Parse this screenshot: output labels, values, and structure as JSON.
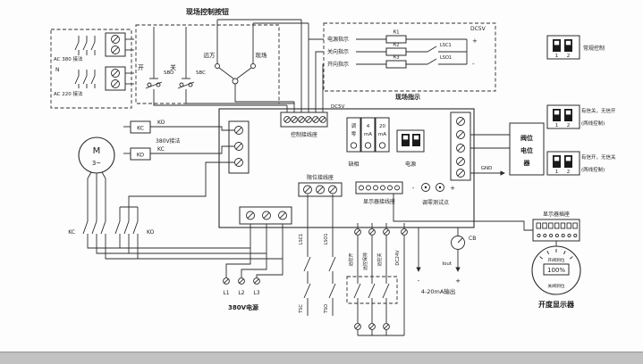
{
  "ac_box": {
    "ac380": "AC 380 接法",
    "n": "N",
    "ac220": "AC 220 接法"
  },
  "field_control": {
    "title": "现场控制按钮",
    "open": "开",
    "close": "关",
    "sbo": "SBO",
    "sbc": "SBC",
    "remote": "远方",
    "local": "现场"
  },
  "indicator": {
    "caption": "现场指示",
    "dc5v": "DC5V",
    "plus": "+",
    "minus": "-",
    "rows": [
      {
        "label": "电源指示",
        "r": "R1"
      },
      {
        "label": "关向指示",
        "r": "R2",
        "sw": "LSC1"
      },
      {
        "label": "开向指示",
        "r": "R3",
        "sw": "LSO1"
      }
    ]
  },
  "dip_modules": [
    {
      "label1": "常规控制",
      "n1": "1",
      "n2": "2"
    },
    {
      "label1": "有信关，无信开",
      "label2": "(两线控制)",
      "n1": "1",
      "n2": "2"
    },
    {
      "label1": "有信开，无信关",
      "label2": "(两线控制)",
      "n1": "1",
      "n2": "2"
    }
  ],
  "relay": {
    "kc_coil": "KC",
    "ko_tag": "KO",
    "wiring_380": "380V接法",
    "ko_coil": "KO",
    "kc_tag": "KC",
    "kc_contact": "KC",
    "ko_contact": "KO"
  },
  "motor": {
    "letter": "M",
    "phase": "3~"
  },
  "board": {
    "dc5v": "DC5V",
    "control_block": "控制接线座",
    "zero_lines": [
      "调",
      "零"
    ],
    "ma4_lines": [
      "4",
      "mA"
    ],
    "ma20_lines": [
      "20",
      "mA"
    ],
    "phase_loss": "缺相",
    "power": "电源",
    "pot_lines": [
      "阀位",
      "电位",
      "器"
    ],
    "gnd": "GND",
    "limit_block": "限位接线座",
    "display_block": "显示器接线座",
    "test_point": "调零测试点",
    "minus": "-",
    "plus": "+"
  },
  "power380": {
    "l1": "L1",
    "l2": "L2",
    "l3": "L3",
    "caption": "380V电源"
  },
  "limit_switches": {
    "lsc1": "LSC1",
    "lso1": "LSO1",
    "tsc": "TSC",
    "tso": "TSO"
  },
  "remote": {
    "open": "远控开",
    "hold": "远控保持",
    "close": "远控关",
    "dc24v": "DC24V"
  },
  "output": {
    "cb": "CB",
    "iout": "Iout",
    "caption": "4-20mA输出",
    "minus": "-",
    "plus": "+"
  },
  "display": {
    "socket": "显示器插座",
    "open_mark": "开阀到位",
    "close_mark": "关阀到位",
    "percent": "100%",
    "caption": "开度显示器"
  }
}
